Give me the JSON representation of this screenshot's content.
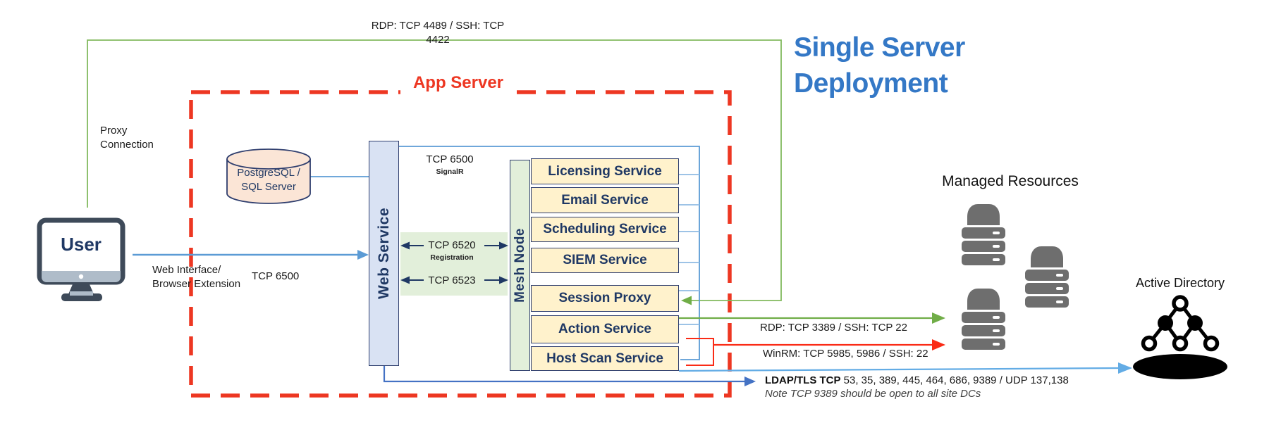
{
  "title": "Single Server Deployment",
  "top_route": {
    "label": "RDP: TCP 4489 / SSH: TCP 4422"
  },
  "proxy": {
    "label": "Proxy\nConnection"
  },
  "user": {
    "label": "User",
    "interface_label": "Web Interface/\nBrowser Extension",
    "port_label": "TCP 6500"
  },
  "app_server": {
    "label": "App Server"
  },
  "database": {
    "label": "PostgreSQL /\nSQL Server"
  },
  "web_service": {
    "label": "Web Service"
  },
  "signalr": {
    "port": "TCP 6500",
    "name": "SignalR"
  },
  "registration": {
    "port_top": "TCP 6520",
    "name": "Registration",
    "port_bottom": "TCP 6523"
  },
  "mesh_node": {
    "label": "Mesh Node"
  },
  "services": [
    "Licensing Service",
    "Email Service",
    "Scheduling Service",
    "SIEM Service",
    "Session Proxy",
    "Action Service",
    "Host Scan Service"
  ],
  "managed_resources": {
    "label": "Managed Resources"
  },
  "active_directory": {
    "label": "Active Directory"
  },
  "routes": {
    "rdp": "RDP: TCP 3389 / SSH: TCP 22",
    "winrm": "WinRM: TCP 5985, 5986 / SSH: 22",
    "ldap_protocol": "LDAP/TLS  TCP",
    "ldap_ports": " 53, 35, 389, 445, 464, 686, 9389 / UDP 137,138",
    "ldap_note": "Note TCP 9389 should be open to all site DCs"
  },
  "colors": {
    "title_blue": "#3478C6",
    "navy": "#1F3864",
    "red_dash": "#ED3722",
    "red_arrow": "#FA2B16",
    "green": "#70AD47",
    "blue": "#5B9BD5",
    "light_blue": "#63ACE5",
    "ldap_blue": "#4472C4",
    "service_fill": "#FFF2CC",
    "node_fill": "#E2EFDA",
    "web_service_fill": "#D9E2F3",
    "db_fill": "#FBE5D6",
    "server_gray": "#6E6E6E"
  }
}
